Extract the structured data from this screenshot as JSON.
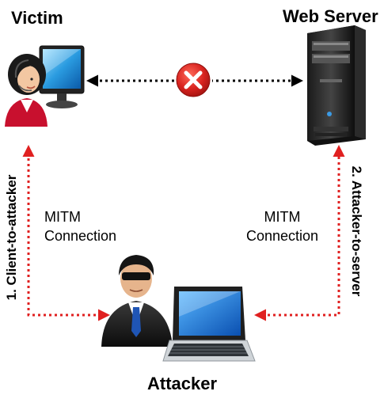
{
  "nodes": {
    "victim": "Victim",
    "server": "Web Server",
    "attacker": "Attacker"
  },
  "connections": {
    "left_line1": "MITM",
    "left_line2": "Connection",
    "right_line1": "MITM",
    "right_line2": "Connection",
    "step1": "1. Client-to-attacker",
    "step2": "2. Attacker-to-server"
  },
  "colors": {
    "blocked_link": "#000000",
    "mitm_link": "#e02020",
    "blocked_icon": "#d8231f"
  },
  "icons": {
    "victim": "user-computer-icon",
    "server": "server-tower-icon",
    "attacker": "hacker-laptop-icon",
    "blocked": "red-x-icon"
  }
}
